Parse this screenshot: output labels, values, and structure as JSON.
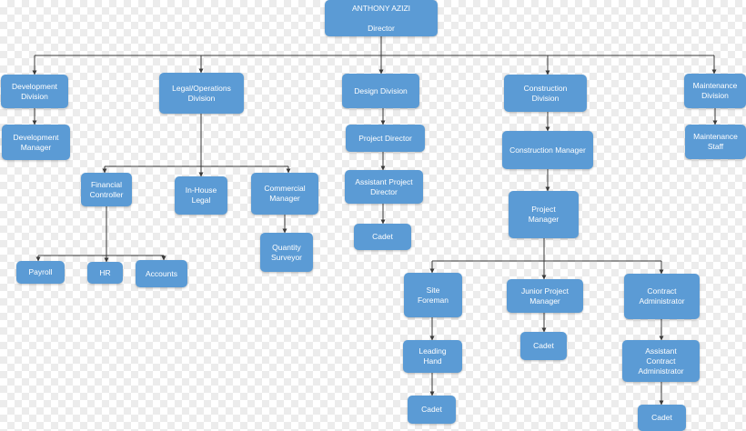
{
  "org_chart": {
    "director": {
      "name": "ANTHONY AZIZI",
      "title": "Director"
    },
    "divisions": {
      "development": "Development\nDivision",
      "legal": "Legal/Operations\nDivision",
      "design": "Design Division",
      "construction": "Construction\nDivision",
      "maintenance": "Maintenance\nDivision"
    },
    "roles": {
      "development_manager": "Development\nManager",
      "financial_controller": "Financial\nController",
      "inhouse_legal": "In-House\nLegal",
      "commercial_manager": "Commercial\nManager",
      "quantity_surveyor": "Quantity\nSurveyor",
      "payroll": "Payroll",
      "hr": "HR",
      "accounts": "Accounts",
      "project_director": "Project Director",
      "assistant_project_director": "Assistant Project\nDirector",
      "design_cadet": "Cadet",
      "construction_manager": "Construction Manager",
      "project_manager": "Project\nManager",
      "site_foreman": "Site\nForeman",
      "junior_project_manager": "Junior Project\nManager",
      "contract_administrator": "Contract\nAdministrator",
      "leading_hand": "Leading\nHand",
      "site_cadet": "Cadet",
      "junior_cadet": "Cadet",
      "assistant_contract_administrator": "Assistant\nContract\nAdministrator",
      "contract_cadet": "Cadet",
      "maintenance_staff": "Maintenance\nStaff"
    }
  },
  "colors": {
    "box": "#5b9bd5",
    "text": "#ffffff",
    "connector": "#3a3a3a"
  }
}
